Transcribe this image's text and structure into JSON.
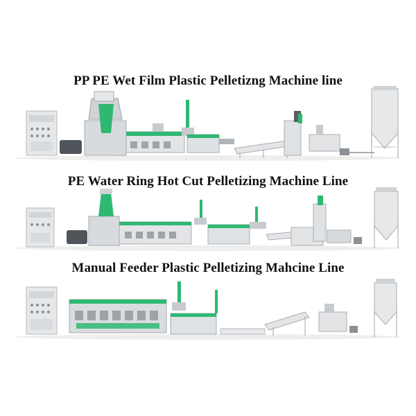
{
  "lines": [
    {
      "title": "PP PE Wet Film Plastic Pelletizng Machine line"
    },
    {
      "title": "PE Water Ring Hot Cut Pelletizing Machine Line"
    },
    {
      "title": "Manual Feeder Plastic Pelletizing Mahcine Line"
    }
  ],
  "colors": {
    "accent": "#2eb872",
    "machine_light": "#e4e6e8",
    "machine_mid": "#b8bcc0",
    "machine_dark": "#5a5f64"
  }
}
